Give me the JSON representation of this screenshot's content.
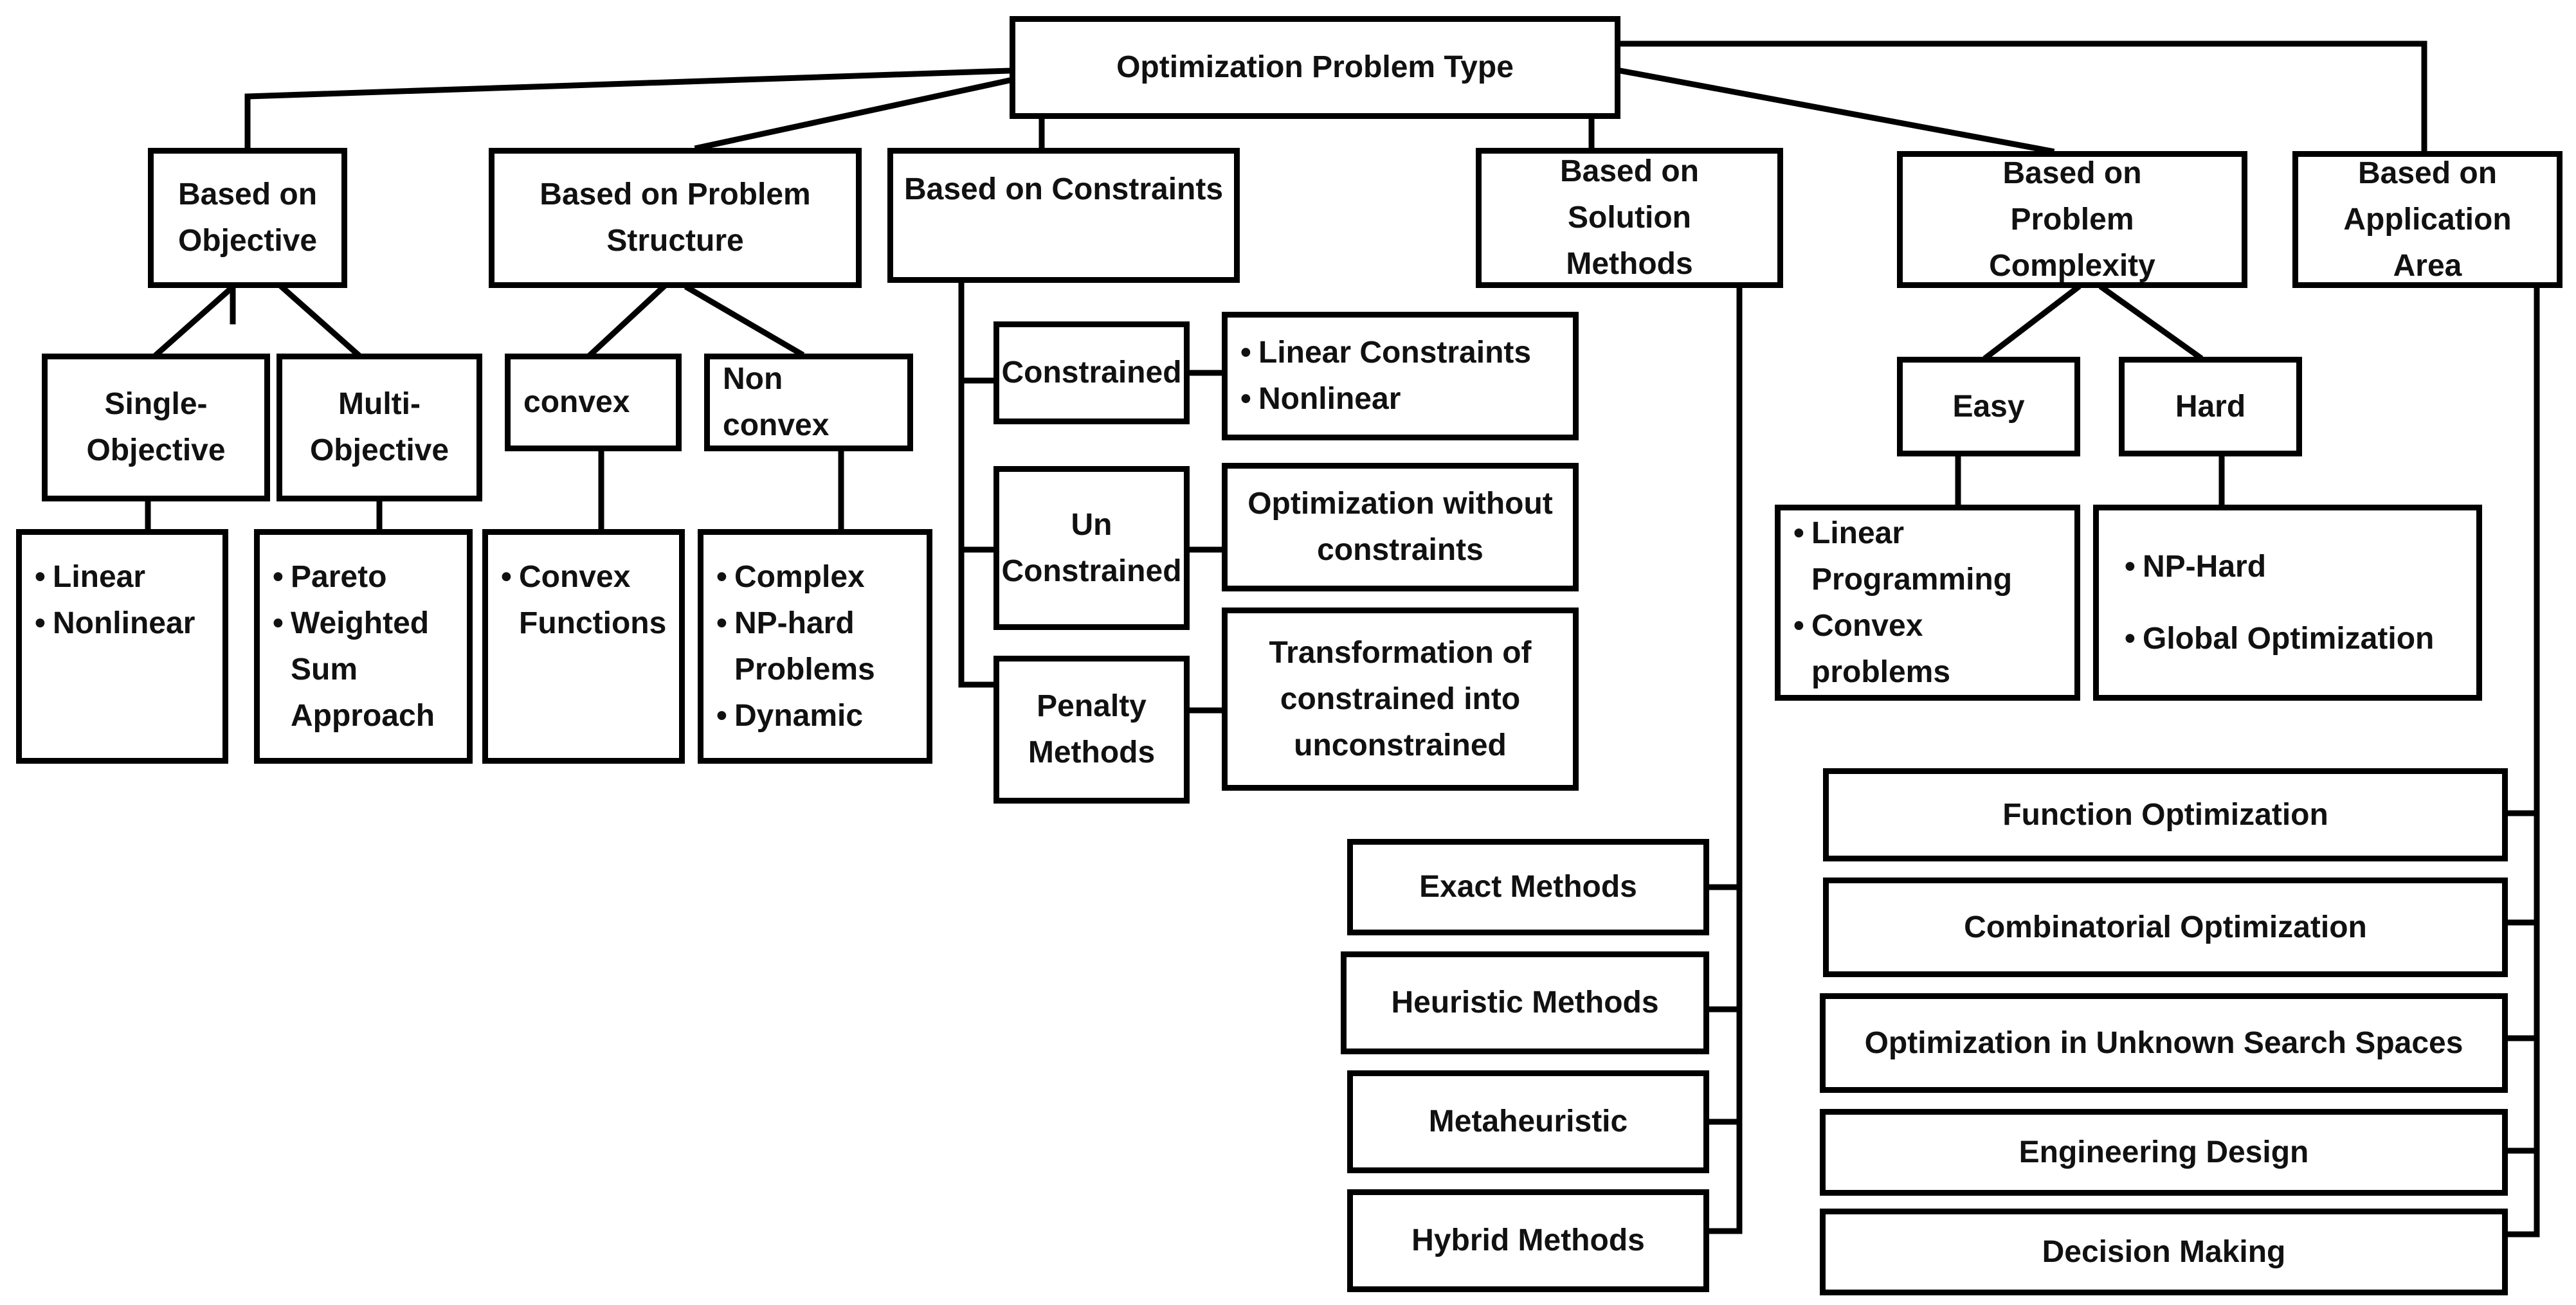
{
  "root": {
    "label": "Optimization  Problem Type"
  },
  "categories": {
    "objective": "Based on Objective",
    "structure": "Based on Problem Structure",
    "constraints": "Based on Constraints",
    "solution": "Based on Solution Methods",
    "complexity": "Based on Problem Complexity",
    "application": "Based on Application Area"
  },
  "objective": {
    "single": "Single-Objective",
    "multi": "Multi-Objective",
    "single_items": [
      "Linear",
      "Nonlinear"
    ],
    "multi_items": [
      "Pareto",
      " Weighted Sum Approach"
    ]
  },
  "structure": {
    "convex": "convex",
    "nonconvex": "Non convex",
    "convex_items": [
      "Convex Functions"
    ],
    "nonconvex_items": [
      "Complex",
      "NP-hard Problems",
      "Dynamic"
    ]
  },
  "constraints": {
    "constrained": "Constrained",
    "constrained_items": [
      "Linear Constraints",
      "Nonlinear"
    ],
    "unconstrained": "Un Constrained",
    "unconstrained_desc": "Optimization without constraints",
    "penalty": "Penalty Methods",
    "penalty_desc": "Transformation of constrained into unconstrained"
  },
  "solution": {
    "methods": [
      "Exact Methods",
      "Heuristic  Methods",
      "Metaheuristic",
      "Hybrid Methods"
    ]
  },
  "complexity": {
    "easy": "Easy",
    "hard": "Hard",
    "easy_items": [
      "Linear Programming",
      "Convex  problems"
    ],
    "hard_items": [
      "NP-Hard",
      "Global Optimization"
    ]
  },
  "application": {
    "areas": [
      "Function Optimization",
      "Combinatorial Optimization",
      "Optimization  in Unknown Search Spaces",
      "Engineering Design",
      "Decision Making"
    ]
  }
}
